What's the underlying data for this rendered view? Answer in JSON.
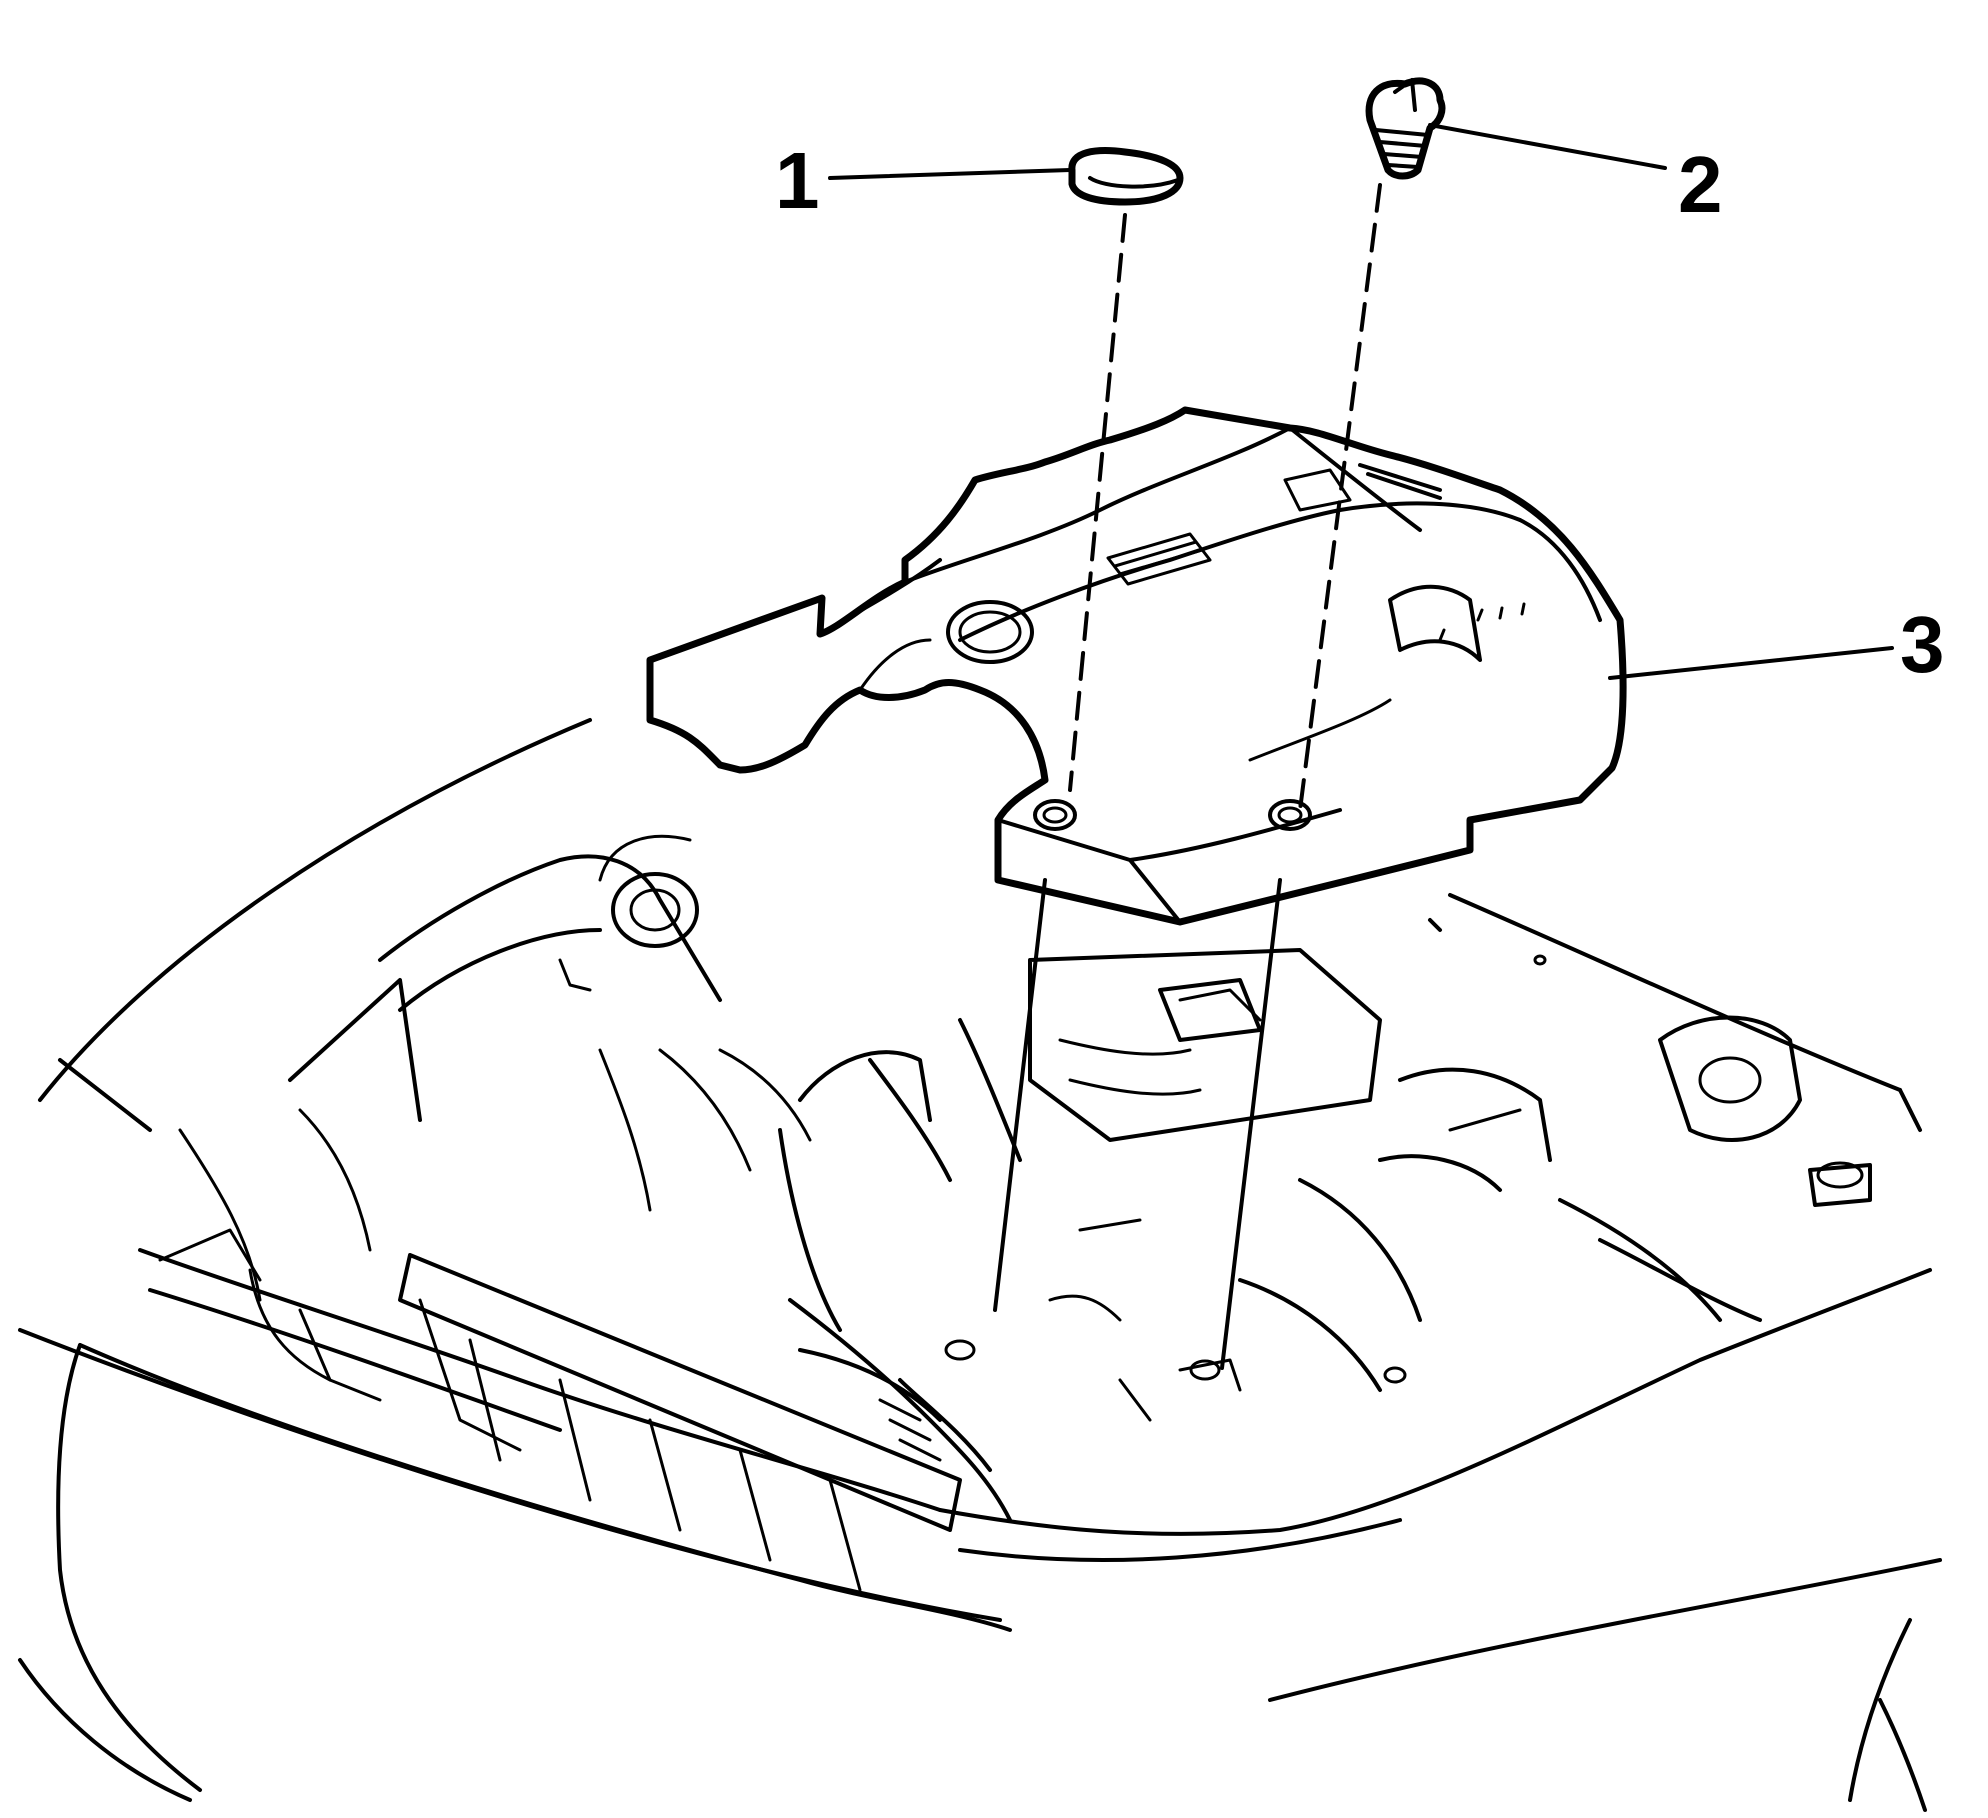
{
  "diagram": {
    "callouts": [
      {
        "id": "1",
        "label": "1"
      },
      {
        "id": "2",
        "label": "2"
      },
      {
        "id": "3",
        "label": "3"
      }
    ],
    "colors": {
      "ink": "#000000",
      "paper": "#ffffff"
    },
    "parts": [
      "cover-cap",
      "cover-bolt",
      "engine-cover"
    ]
  }
}
